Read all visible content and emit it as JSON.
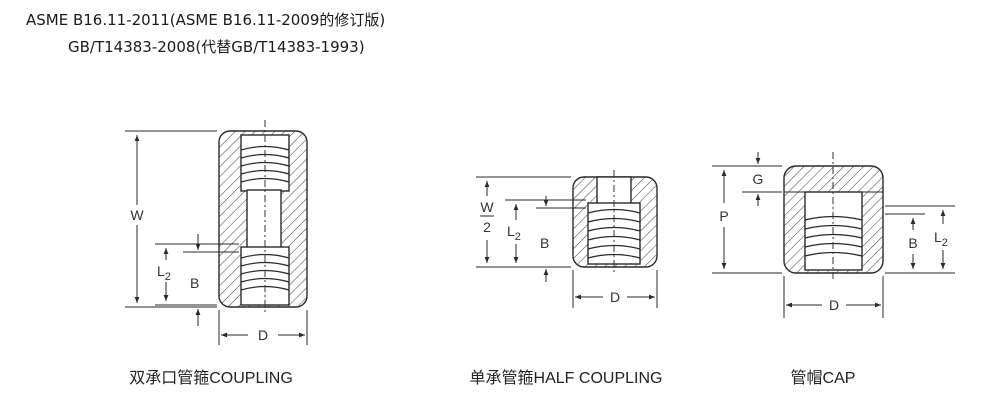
{
  "header": {
    "line1": "ASME B16.11-2011(ASME B16.11-2009的修订版)",
    "line2": "GB/T14383-2008(代替GB/T14383-1993)"
  },
  "figures": {
    "coupling": {
      "caption": "双承口管箍COUPLING",
      "labels": {
        "w": "W",
        "l": "L",
        "l_sub": "2",
        "b": "B",
        "d": "D"
      }
    },
    "half_coupling": {
      "caption": "单承管箍HALF COUPLING",
      "labels": {
        "w": "W",
        "w_den": "2",
        "l": "L",
        "l_sub": "2",
        "b": "B",
        "d": "D"
      }
    },
    "cap": {
      "caption": "管帽CAP",
      "labels": {
        "g": "G",
        "p": "P",
        "b": "B",
        "l": "L",
        "l_sub": "2",
        "d": "D"
      }
    }
  },
  "colors": {
    "line": "#2a2a2a",
    "hatch": "#4a4a4a"
  }
}
